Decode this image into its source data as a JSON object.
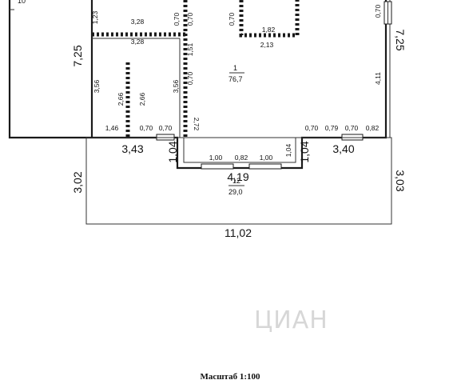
{
  "top_label": "10",
  "rooms": {
    "main": {
      "number": "1",
      "area": "76,7"
    },
    "porch": {
      "number": "12",
      "area": "29,0"
    }
  },
  "dims": {
    "left_height": "7,25",
    "right_height": "7,25",
    "porch_left_height": "3,02",
    "porch_right_height": "3,03",
    "overall_width": "11,02",
    "left_wing_width": "3,43",
    "right_wing_width": "3,40",
    "notch_left_depth": "1,04",
    "notch_right_depth": "1,04",
    "notch_width": "4,19",
    "top_small": "1,23",
    "room_top_width": "3,28",
    "room_mid_width": "3,28",
    "left_room_height": "3,56",
    "mid_room_height": "3,56",
    "wall_stub_height_a": "2,66",
    "wall_stub_height_b": "2,66",
    "door_a": "0,70",
    "door_b": "0,70",
    "partition_length": "1,51",
    "door_c": "0,70",
    "partition_lower": "2,72",
    "bottom_left_segment": "1,46",
    "bottom_left_window": "0,70",
    "bottom_left_gap": "0,70",
    "closet_height": "0,70",
    "closet_inner_width": "1,82",
    "closet_outer_width": "2,13",
    "right_window": "0,70",
    "right_wall_length": "4,11",
    "notch_segment_left": "1,00",
    "notch_window": "0,82",
    "notch_segment_right": "1,00",
    "notch_right_vertical": "1,04",
    "bottom_right_a": "0,70",
    "bottom_right_b": "0,79",
    "bottom_right_c": "0,70",
    "bottom_right_d": "0,82"
  },
  "scale_label": "Масштаб 1:100",
  "watermark": "ЦИАН"
}
